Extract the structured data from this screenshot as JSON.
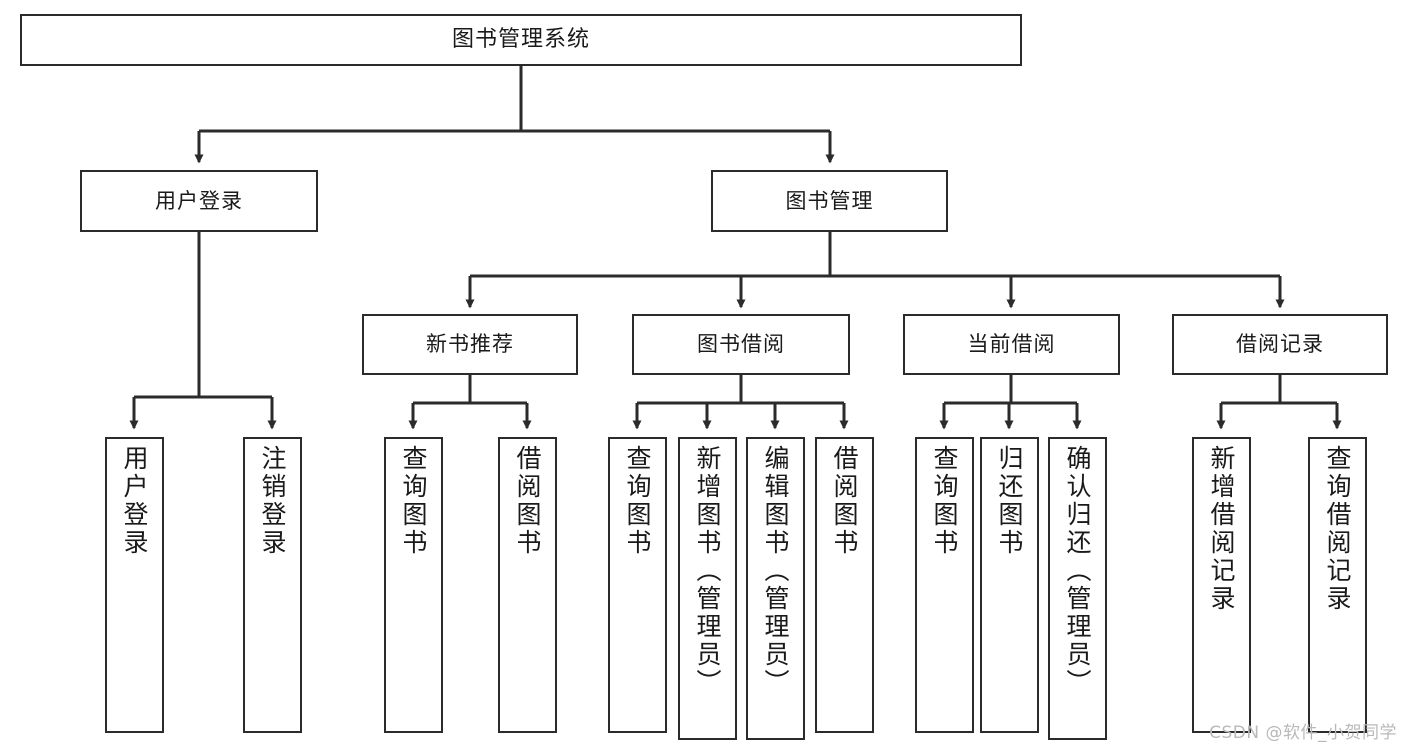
{
  "diagram": {
    "type": "tree",
    "title": "图书管理系统",
    "orientation": "top-down",
    "colors": {
      "box_border": "#2b2b2b",
      "box_fill": "#ffffff",
      "edge": "#2b2b2b",
      "text": "#1a1a1a",
      "watermark": "#b9b9b9"
    },
    "nodes": {
      "root": {
        "label": "图书管理系统"
      },
      "level2": [
        {
          "label": "用户登录"
        },
        {
          "label": "图书管理"
        }
      ],
      "level3": [
        {
          "label": "新书推荐"
        },
        {
          "label": "图书借阅"
        },
        {
          "label": "当前借阅"
        },
        {
          "label": "借阅记录"
        }
      ],
      "leaves": {
        "user_login": [
          {
            "label": "用户登录"
          },
          {
            "label": "注销登录"
          }
        ],
        "new_book_recommend": [
          {
            "label": "查询图书"
          },
          {
            "label": "借阅图书"
          }
        ],
        "book_borrow": [
          {
            "label": "查询图书"
          },
          {
            "label": "新增图书（管理员）"
          },
          {
            "label": "编辑图书（管理员）"
          },
          {
            "label": "借阅图书"
          }
        ],
        "current_borrow": [
          {
            "label": "查询图书"
          },
          {
            "label": "归还图书"
          },
          {
            "label": "确认归还（管理员）"
          }
        ],
        "borrow_record": [
          {
            "label": "新增借阅记录"
          },
          {
            "label": "查询借阅记录"
          }
        ]
      }
    }
  },
  "watermark": {
    "text": "CSDN @软件_小贺同学"
  }
}
